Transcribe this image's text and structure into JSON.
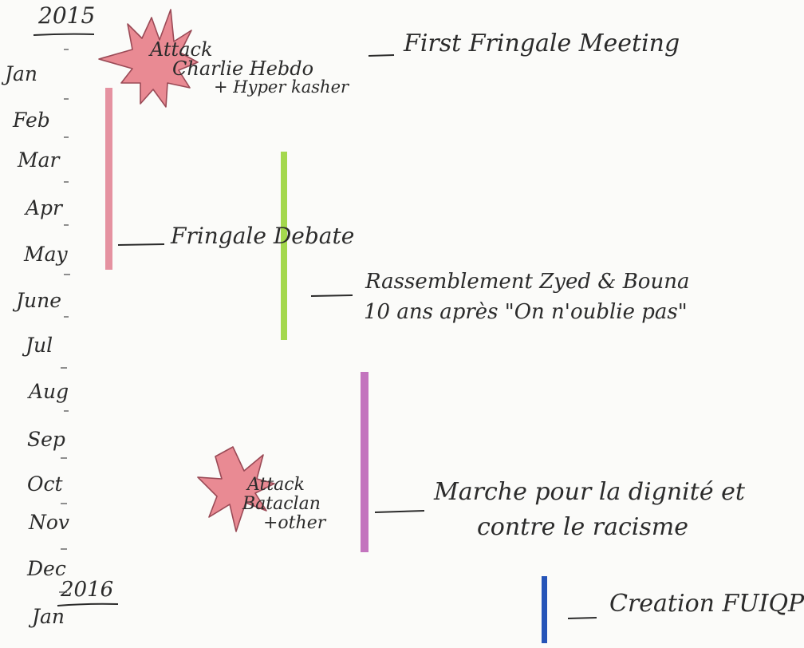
{
  "timeline": {
    "year_start": "2015",
    "year_end": "2016",
    "months": [
      "Jan",
      "Feb",
      "Mar",
      "Apr",
      "May",
      "June",
      "Jul",
      "Aug",
      "Sep",
      "Oct",
      "Nov",
      "Dec",
      "Jan"
    ]
  },
  "attacks": [
    {
      "line1": "Attack",
      "line2": "Charlie Hebdo",
      "line3": "+ Hyper kasher"
    },
    {
      "line1": "Attack",
      "line2": "Bataclan",
      "line3": "+other"
    }
  ],
  "events": {
    "first_meeting": "First Fringale Meeting",
    "debate": "Fringale Debate",
    "rassemblement_line1": "Rassemblement Zyed & Bouna",
    "rassemblement_line2": "10 ans après \"On n'oublie pas\"",
    "marche_line1": "Marche pour la dignité et",
    "marche_line2": "contre le racisme",
    "creation": "Creation FUIQP"
  },
  "colors": {
    "ink": "#2b2b2b",
    "star_fill": "#e98a93",
    "star_stroke": "#9a4a56",
    "bar_pink": "#e07f92",
    "bar_green": "#9ad43a",
    "bar_purple": "#b85cb4",
    "bar_blue": "#2554b8"
  }
}
